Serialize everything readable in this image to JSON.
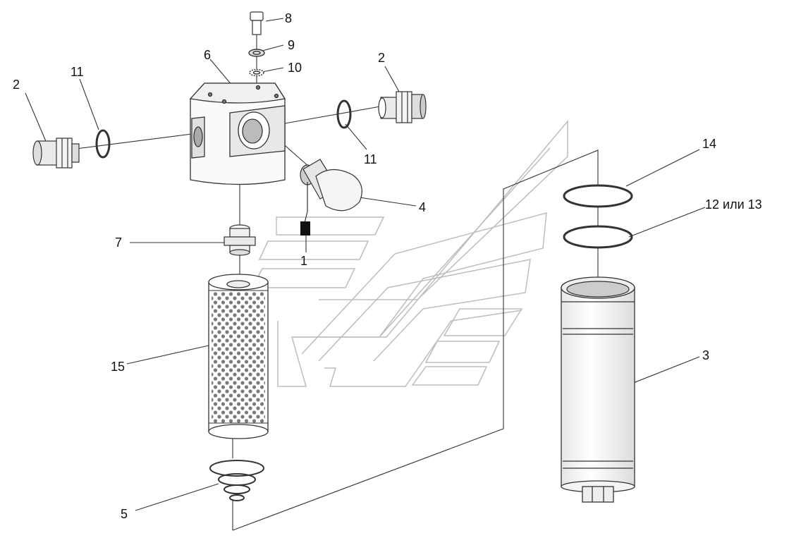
{
  "diagram": {
    "type": "exploded-assembly",
    "line_color": "#333333",
    "watermark_color": "#bdbdbd",
    "labels": {
      "p1": "1",
      "p2_left": "2",
      "p2_right": "2",
      "p3": "3",
      "p4": "4",
      "p5": "5",
      "p6": "6",
      "p7": "7",
      "p8": "8",
      "p9": "9",
      "p10": "10",
      "p11_left": "11",
      "p11_right": "11",
      "p12_13": "12 или 13",
      "p14": "14",
      "p15": "15"
    },
    "parts": [
      {
        "id": "filter-head",
        "icon": "block-housing"
      },
      {
        "id": "fitting",
        "icon": "threaded-nipple"
      },
      {
        "id": "bowl",
        "icon": "cylinder-bowl"
      },
      {
        "id": "clogging-indicator",
        "icon": "sensor-cap"
      },
      {
        "id": "spring",
        "icon": "coil-spring"
      },
      {
        "id": "filter-element",
        "icon": "perforated-cylinder"
      },
      {
        "id": "bolt",
        "icon": "hex-bolt"
      },
      {
        "id": "washers",
        "icon": "ring-washer"
      },
      {
        "id": "o-rings",
        "icon": "o-ring"
      }
    ]
  }
}
